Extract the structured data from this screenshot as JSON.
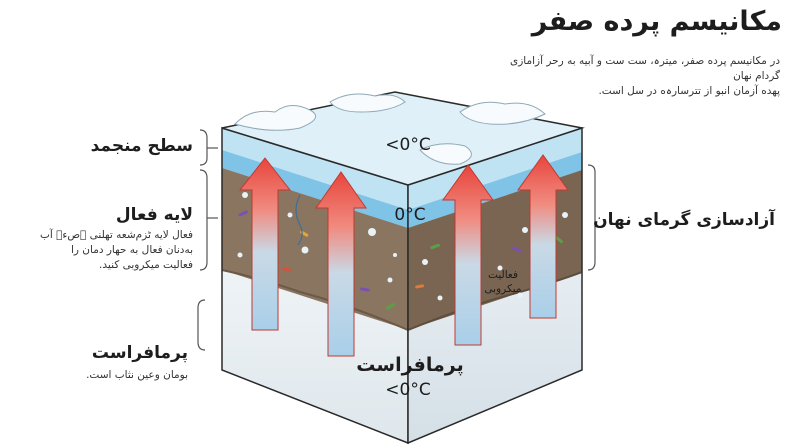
{
  "header": {
    "title": "مکانیسم پرده صفر",
    "description_line1": "در مکانیسم پرده صفر، میترہ‌، ست ست و آبیه به رحر آزامازی گردام نهان",
    "description_line2": "پهده آزمان انبو از تترسارہ‌ه در سل است."
  },
  "left_labels": {
    "frozen_surface": {
      "title": "سطح منجمد"
    },
    "active_layer": {
      "title": "لایه فعال",
      "line1": "فعال لایه ٹزم‌شعه تهلنی ۉصءٖ آب",
      "line2": "به‌دنان فعال به  حهار دمان را",
      "line3": "فعالیت میکروبی کنید."
    },
    "permafrost": {
      "title": "پرمافراست",
      "line1": "بومان وعین نثاب است."
    }
  },
  "right_labels": {
    "latent_heat": {
      "title": "آزادسازی گرمای نهان"
    }
  },
  "cube": {
    "top_temp": "<0°C",
    "middle_temp": "0°C",
    "permafrost_title": "پرمافراست",
    "permafrost_temp": "<0°C",
    "microbial_line1": "فعالیت",
    "microbial_line2": "میکروبی"
  },
  "colors": {
    "arrow_red": "#e8453c",
    "arrow_blue": "#8fbde0",
    "soil": "#8a7560",
    "water": "#7fc3e6",
    "ice": "#dff0f8",
    "permafrost": "#e8eef2"
  }
}
